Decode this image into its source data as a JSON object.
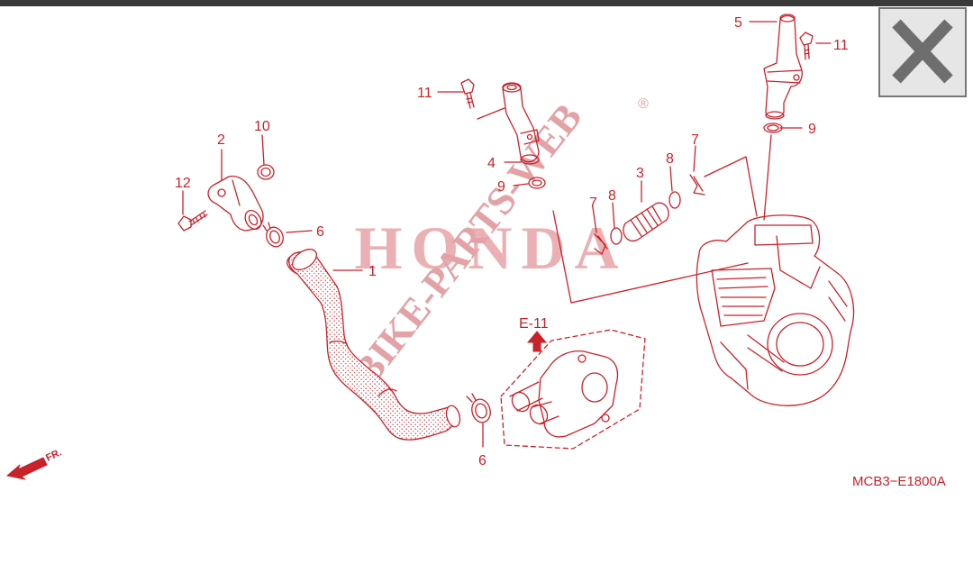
{
  "diagram": {
    "code": "MCB3−E1800A",
    "reference": "E-11",
    "front_label": "FR.",
    "watermark_brand": "HONDA",
    "watermark_site": "BIKE-PARTS-WEB",
    "watermark_mark": "®",
    "callouts": {
      "c1": "1",
      "c2": "2",
      "c3": "3",
      "c4": "4",
      "c5": "5",
      "c6a": "6",
      "c6b": "6",
      "c7a": "7",
      "c7b": "7",
      "c8a": "8",
      "c8b": "8",
      "c9a": "9",
      "c9b": "9",
      "c10": "10",
      "c11a": "11",
      "c11b": "11",
      "c12": "12"
    }
  },
  "close_button": {
    "icon": "close-icon"
  },
  "colors": {
    "line": "#c8222a",
    "watermark": "#e8a8ab",
    "topbar": "#3a3a3a",
    "button_bg": "#e6e6e6",
    "button_x": "#6e6e6e"
  }
}
